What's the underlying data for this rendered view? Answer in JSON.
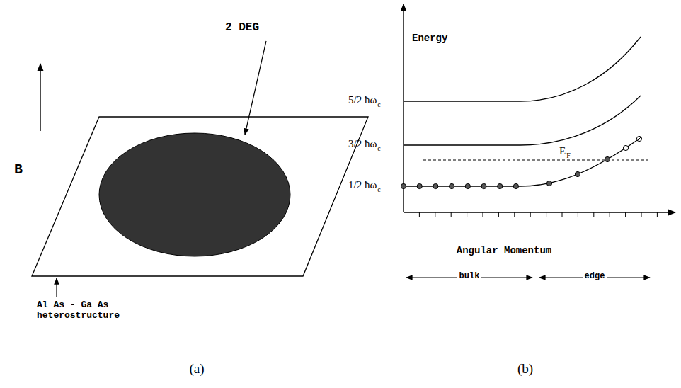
{
  "diagram": {
    "labels": [
      "B",
      "2 DEG",
      "Al As - Ga As heterostructure",
      "(a)",
      "Energy",
      "5/2 ħω",
      "c",
      "3/2 ħω",
      "c",
      "1/2 ħω",
      "c",
      "E",
      "F",
      "Angular Momentum",
      "bulk",
      "edge",
      "(b)"
    ]
  }
}
